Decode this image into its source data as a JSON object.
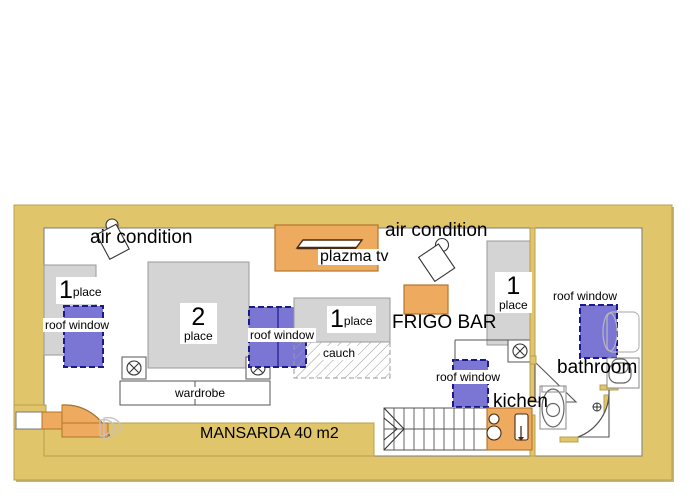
{
  "plan": {
    "title": "MANSARDA 40 m2",
    "colors": {
      "wall": "#e0c56b",
      "wall_stroke": "#b9a04e",
      "furniture_gray": "#d4d4d4",
      "furniture_stroke": "#888888",
      "window_fill": "#7b76d4",
      "window_stroke": "#1a1a8c",
      "accent_orange": "#eeab5f",
      "accent_orange_stroke": "#b3742a",
      "line": "#555555",
      "text": "#000000"
    },
    "rooms": [
      {
        "name": "mansarda",
        "label": "MANSARDA 40 m2"
      },
      {
        "name": "bathroom",
        "label": "bathroom"
      },
      {
        "name": "kitchen",
        "label": "kichen"
      }
    ],
    "labels": {
      "air_condition_left": "air condition",
      "air_condition_right": "air condition",
      "plazma_tv": "plazma tv",
      "frigo_bar": "FRIGO BAR",
      "cauch": "cauch",
      "wardrobe": "wardrobe",
      "bathroom": "bathroom",
      "kitchen": "kichen",
      "mansarda": "MANSARDA 40 m2",
      "roof_window_1": "roof window",
      "roof_window_2": "roof window",
      "roof_window_3": "roof window",
      "roof_window_4": "roof window"
    },
    "beds": [
      {
        "name": "bed-single-left",
        "number": "1",
        "word": "place"
      },
      {
        "name": "bed-double-center",
        "number": "2",
        "word": "place"
      },
      {
        "name": "bed-single-center",
        "number": "1",
        "word": "place"
      },
      {
        "name": "bed-single-right",
        "number": "1",
        "word": "place"
      }
    ],
    "fixtures": [
      {
        "name": "staircase"
      },
      {
        "name": "entrance-door"
      },
      {
        "name": "bathroom-door"
      },
      {
        "name": "toilet"
      },
      {
        "name": "sink"
      },
      {
        "name": "kitchen-counter"
      },
      {
        "name": "ceiling-light"
      }
    ]
  }
}
